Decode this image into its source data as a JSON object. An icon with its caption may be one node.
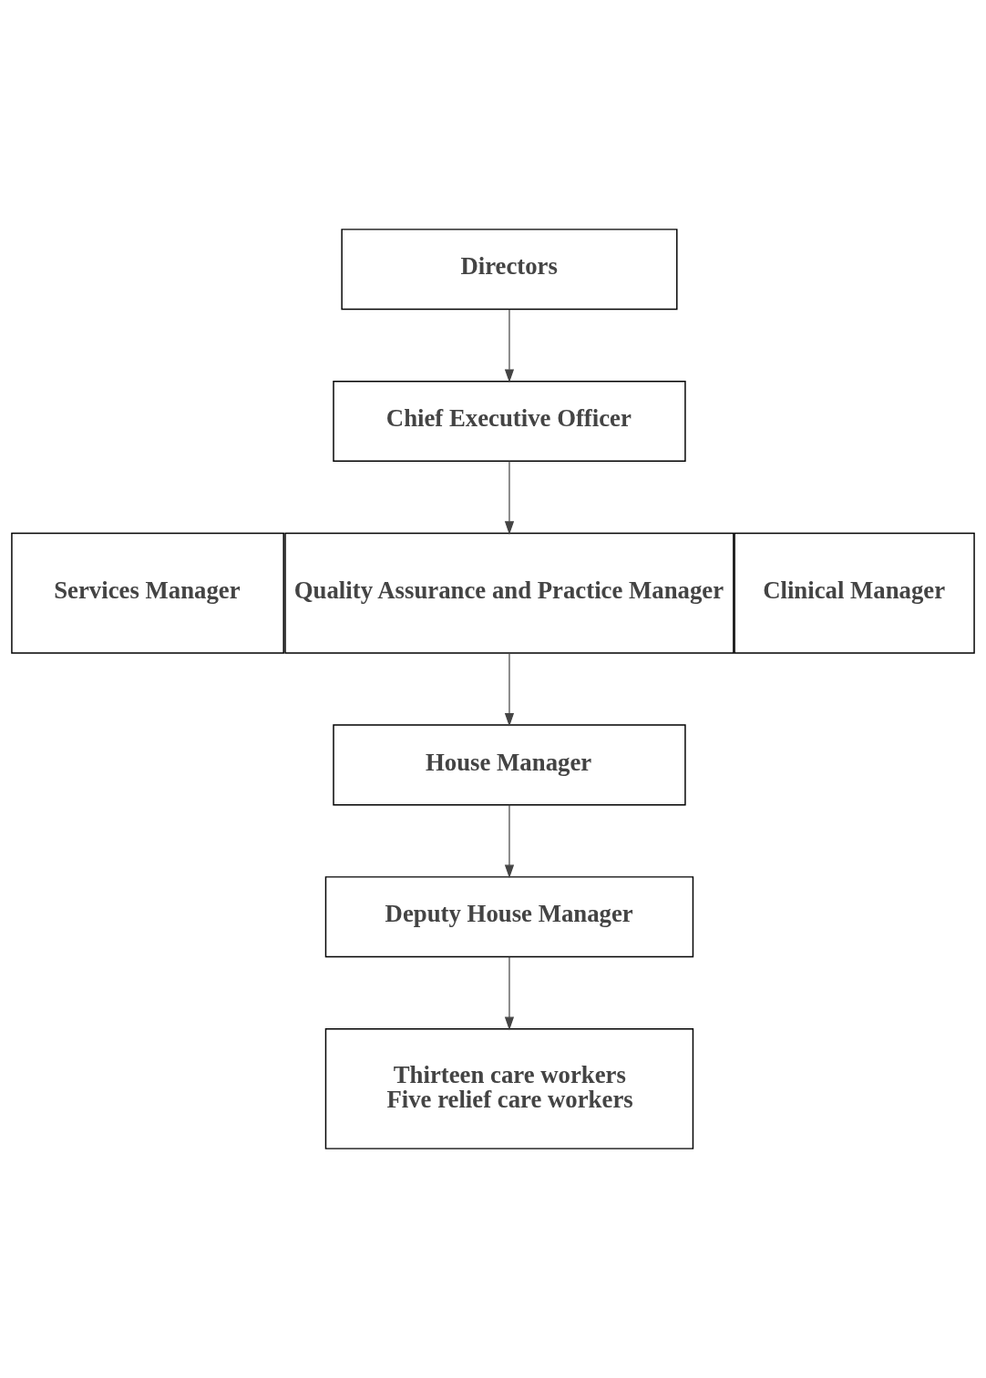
{
  "diagram": {
    "nodes": [
      {
        "text": [
          "Directors"
        ]
      },
      {
        "text": [
          "Chief Executive Officer"
        ]
      },
      {
        "text": [
          "Services Manager"
        ]
      },
      {
        "text": [
          "Quality Assurance and Practice Manager"
        ]
      },
      {
        "text": [
          "Clinical Manager"
        ]
      },
      {
        "text": [
          "House Manager"
        ]
      },
      {
        "text": [
          "Deputy House Manager"
        ]
      },
      {
        "text": [
          "Thirteen care workers",
          "Five relief care workers"
        ]
      }
    ],
    "edges": [
      {
        "from": 0,
        "to": 1,
        "arrow": "to"
      },
      {
        "from": 1,
        "to": 3,
        "arrow": "to"
      },
      {
        "from": 3,
        "to": 5,
        "arrow": "to"
      },
      {
        "from": 5,
        "to": 6,
        "arrow": "to"
      },
      {
        "from": 6,
        "to": 7,
        "arrow": "to"
      }
    ]
  }
}
